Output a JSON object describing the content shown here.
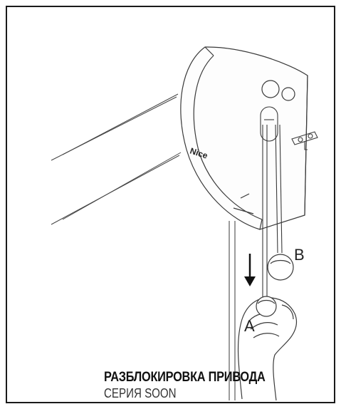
{
  "diagram": {
    "brand_text": "Nice",
    "label_a": "A",
    "label_b": "B"
  },
  "caption": {
    "title": "РАЗБЛОКИРОВКА ПРИВОДА",
    "subtitle": "СЕРИЯ SOON"
  },
  "colors": {
    "line": "#3a3a3a",
    "frame": "#1a1a1a",
    "text": "#111111"
  }
}
